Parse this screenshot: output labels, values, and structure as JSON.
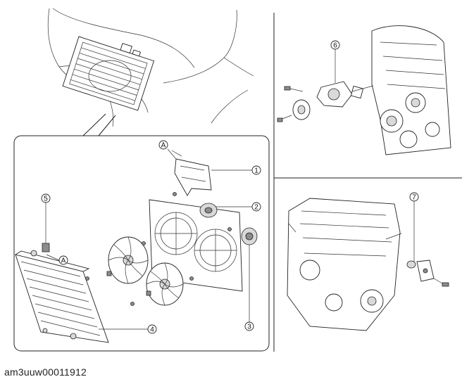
{
  "caption": "am3uuw00011912",
  "callouts": {
    "c1": "1",
    "c2": "2",
    "c3": "3",
    "c4": "4",
    "c5": "5",
    "c6": "6",
    "c7": "7",
    "refA_top": "A",
    "refA_left": "A"
  }
}
